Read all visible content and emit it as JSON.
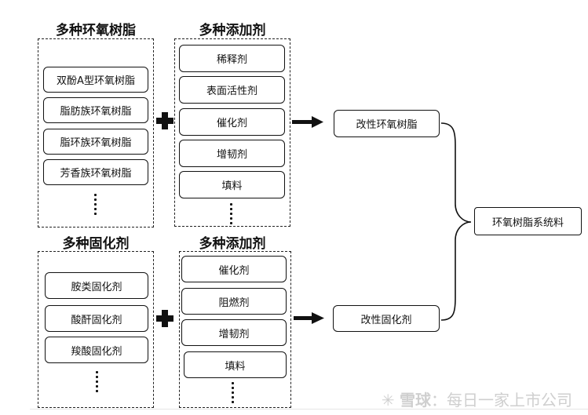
{
  "groups": {
    "resins": {
      "title": "多种环氧树脂",
      "items": [
        "双酚A型环氧树脂",
        "脂肪族环氧树脂",
        "脂环族环氧树脂",
        "芳香族环氧树脂"
      ]
    },
    "additives_top": {
      "title": "多种添加剂",
      "items": [
        "稀释剂",
        "表面活性剂",
        "催化剂",
        "增韧剂",
        "填料"
      ]
    },
    "curing_agents": {
      "title": "多种固化剂",
      "items": [
        "胺类固化剂",
        "酸酐固化剂",
        "羧酸固化剂"
      ]
    },
    "additives_bottom": {
      "title": "多种添加剂",
      "items": [
        "催化剂",
        "阻燃剂",
        "增韧剂",
        "填料"
      ]
    }
  },
  "results": {
    "modified_resin": "改性环氧树脂",
    "modified_curing_agent": "改性固化剂",
    "final_system": "环氧树脂系统料"
  },
  "watermark": {
    "logo": "雪球",
    "text": "：每日一家上市公司"
  }
}
